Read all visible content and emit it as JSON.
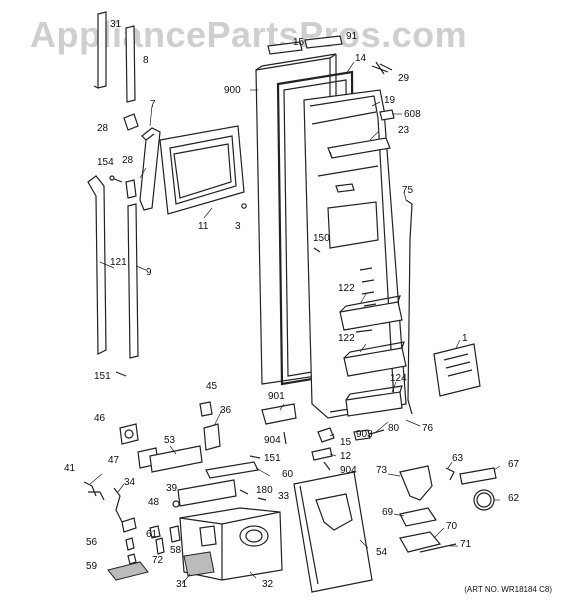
{
  "watermark": "AppliancePartsPros.com",
  "art_number": "(ART NO. WR18184 C8)",
  "labels": {
    "l1": "1",
    "l3": "3",
    "l7": "7",
    "l8": "8",
    "l9": "9",
    "l11": "11",
    "l12": "12",
    "l14": "14",
    "l15a": "15",
    "l15b": "15",
    "l19": "19",
    "l23": "23",
    "l28a": "28",
    "l28b": "28",
    "l29": "29",
    "l31a": "31",
    "l31b": "31",
    "l32": "32",
    "l33": "33",
    "l34": "34",
    "l36": "36",
    "l39": "39",
    "l41": "41",
    "l45": "45",
    "l46": "46",
    "l47": "47",
    "l48": "48",
    "l53": "53",
    "l54": "54",
    "l56": "56",
    "l58": "58",
    "l59": "59",
    "l60": "60",
    "l61": "61",
    "l62": "62",
    "l63": "63",
    "l67": "67",
    "l69": "69",
    "l70": "70",
    "l71": "71",
    "l72": "72",
    "l73": "73",
    "l75": "75",
    "l76": "76",
    "l80": "80",
    "l91": "91",
    "l121": "121",
    "l122a": "122",
    "l122b": "122",
    "l124": "124",
    "l150": "150",
    "l151a": "151",
    "l151b": "151",
    "l154": "154",
    "l180": "180",
    "l608": "608",
    "l900": "900",
    "l901": "901",
    "l903": "903",
    "l904a": "904",
    "l904b": "904"
  }
}
